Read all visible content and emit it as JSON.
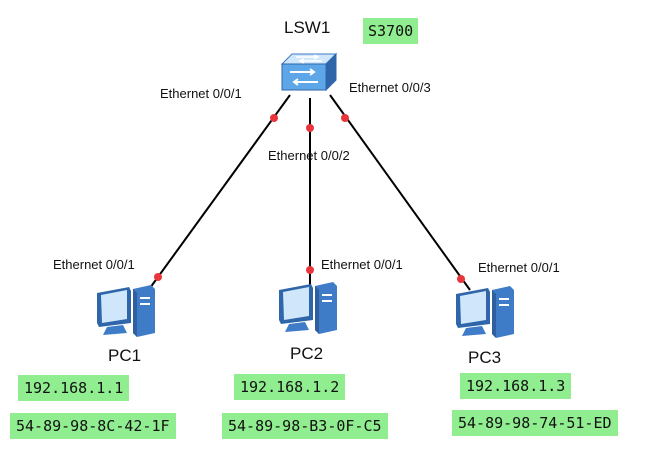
{
  "colors": {
    "tag_background": "#90EE90",
    "link_line": "#000000",
    "port_dot": "#E8363C",
    "device_body": "#3F7CC8",
    "switch_body": "#5DA6E8"
  },
  "switch": {
    "name": "LSW1",
    "model": "S3700",
    "icon": "switch-icon",
    "ports": [
      "Ethernet 0/0/1",
      "Ethernet 0/0/2",
      "Ethernet 0/0/3"
    ]
  },
  "pcs": [
    {
      "name": "PC1",
      "icon": "pc-icon",
      "port": "Ethernet 0/0/1",
      "ip": "192.168.1.1",
      "mac": "54-89-98-8C-42-1F"
    },
    {
      "name": "PC2",
      "icon": "pc-icon",
      "port": "Ethernet 0/0/1",
      "ip": "192.168.1.2",
      "mac": "54-89-98-B3-0F-C5"
    },
    {
      "name": "PC3",
      "icon": "pc-icon",
      "port": "Ethernet 0/0/1",
      "ip": "192.168.1.3",
      "mac": "54-89-98-74-51-ED"
    }
  ]
}
